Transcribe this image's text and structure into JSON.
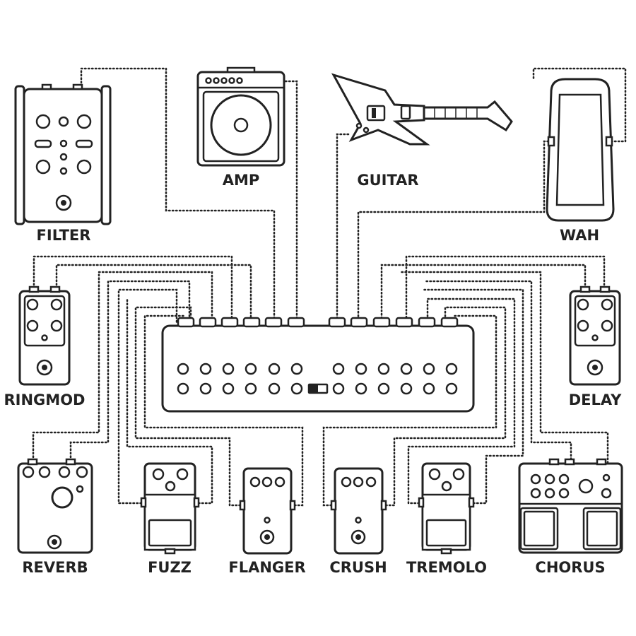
{
  "diagram": {
    "labels": {
      "filter": "FILTER",
      "amp": "AMP",
      "guitar": "GUITAR",
      "wah": "WAH",
      "ringmod": "RINGMOD",
      "delay": "DELAY",
      "reverb": "REVERB",
      "fuzz": "FUZZ",
      "flanger": "FLANGER",
      "crush": "CRUSH",
      "tremolo": "TREMOLO",
      "chorus": "CHORUS"
    },
    "colors": {
      "ink": "#222222",
      "background": "#ffffff"
    },
    "switcher": {
      "jack_rows": 2,
      "jacks_per_side": 6,
      "has_toggle_switch": true
    }
  }
}
